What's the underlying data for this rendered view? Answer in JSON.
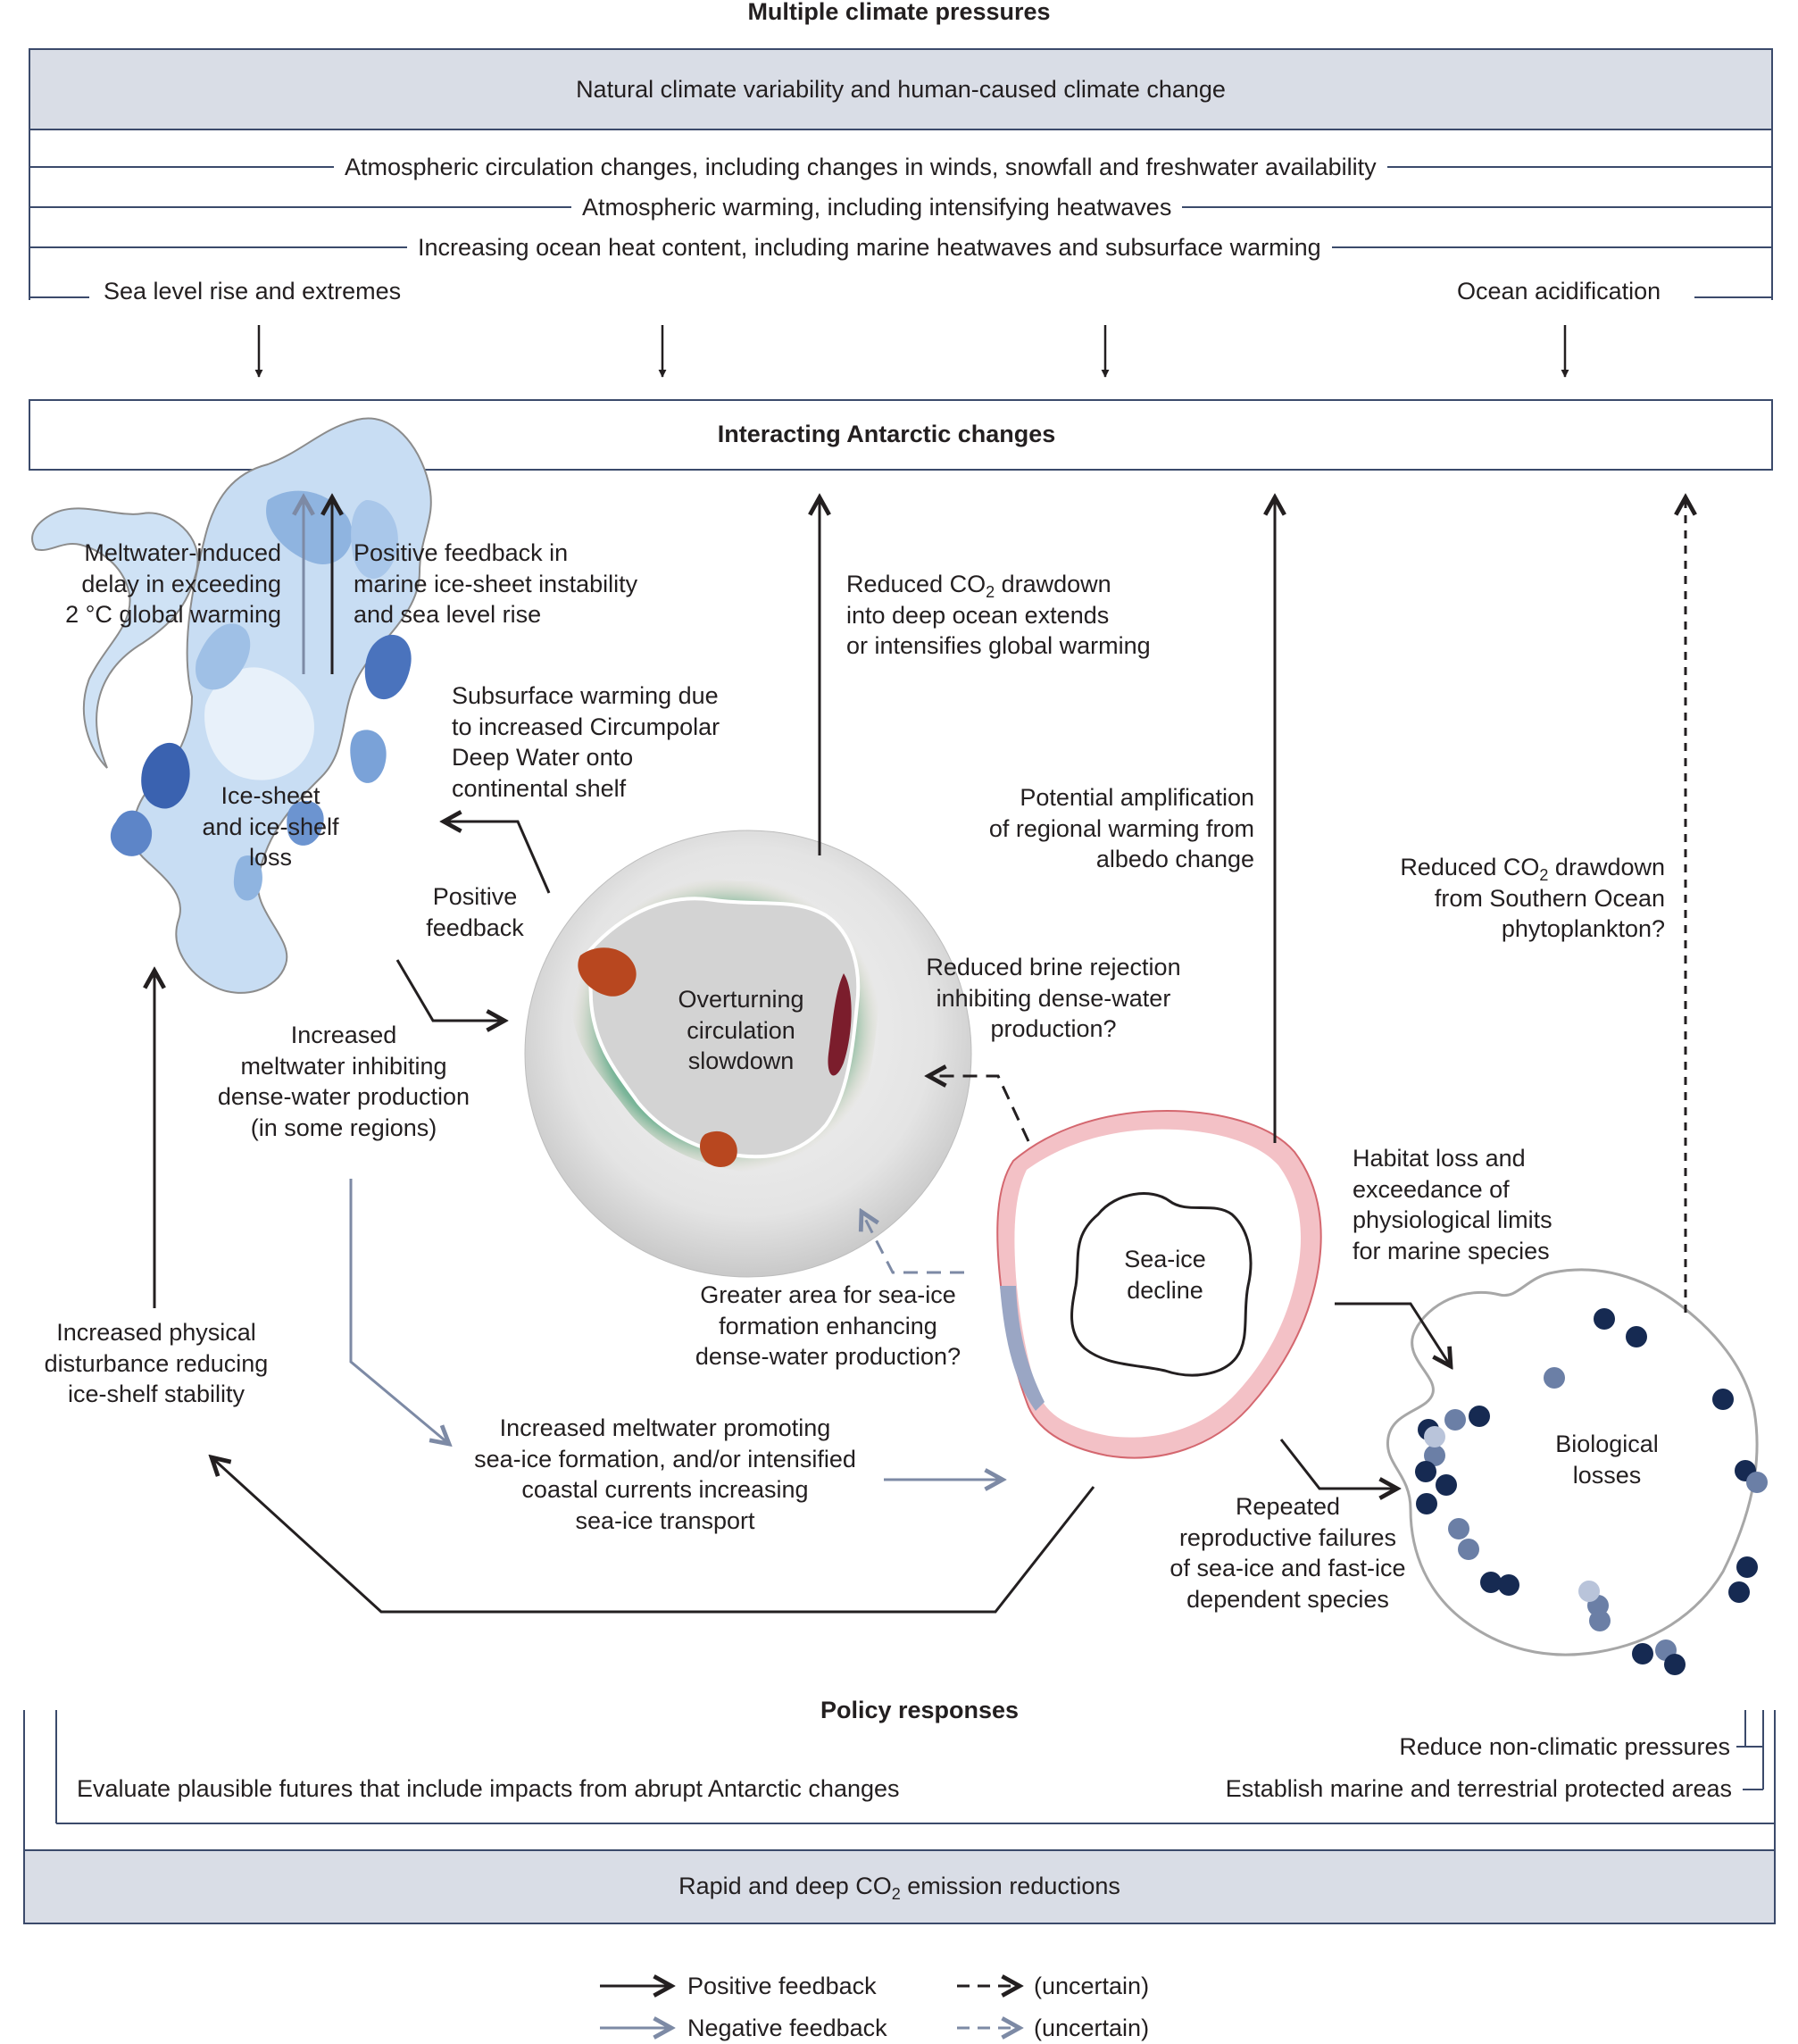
{
  "header": {
    "title": "Multiple climate pressures",
    "band_label": "Natural climate variability and human-caused climate change",
    "pressures": [
      "Atmospheric circulation changes, including changes in winds, snowfall and freshwater availability",
      "Atmospheric warming, including intensifying heatwaves",
      "Increasing ocean heat content, including marine heatwaves and subsurface warming"
    ],
    "sea_level": "Sea level rise and extremes",
    "acidification": "Ocean acidification"
  },
  "center_box": {
    "title": "Interacting Antarctic changes"
  },
  "nodes": {
    "ice_sheet": [
      "Ice-sheet",
      "and ice-shelf",
      "loss"
    ],
    "overturning": [
      "Overturning",
      "circulation",
      "slowdown"
    ],
    "sea_ice": [
      "Sea-ice",
      "decline"
    ],
    "biological": [
      "Biological",
      "losses"
    ]
  },
  "annotations": {
    "meltwater_delay": [
      "Meltwater-induced",
      "delay in exceeding",
      "2 °C global warming"
    ],
    "positive_feedback_ice": [
      "Positive feedback in",
      "marine ice-sheet instability",
      "and sea level rise"
    ],
    "co2_deep_ocean": {
      "line1_pre": "Reduced CO",
      "line1_sub": "2",
      "line1_post": " drawdown",
      "line2": "into deep ocean extends",
      "line3": "or intensifies global warming"
    },
    "subsurface_warming": [
      "Subsurface warming due",
      "to increased Circumpolar",
      "Deep Water onto",
      "continental shelf"
    ],
    "positive_feedback_loop": [
      "Positive",
      "feedback"
    ],
    "albedo": [
      "Potential amplification",
      "of regional warming from",
      "albedo change"
    ],
    "co2_phytoplankton": {
      "line1_pre": "Reduced CO",
      "line1_sub": "2",
      "line1_post": " drawdown",
      "line2": "from Southern Ocean",
      "line3": "phytoplankton?"
    },
    "brine": [
      "Reduced brine rejection",
      "inhibiting dense-water",
      "production?"
    ],
    "meltwater_dense": [
      "Increased",
      "meltwater inhibiting",
      "dense-water production",
      "(in some regions)"
    ],
    "habitat": [
      "Habitat loss and",
      "exceedance of",
      "physiological limits",
      "for marine species"
    ],
    "greater_area": [
      "Greater area for sea-ice",
      "formation enhancing",
      "dense-water production?"
    ],
    "physical_disturbance": [
      "Increased physical",
      "disturbance reducing",
      "ice-shelf stability"
    ],
    "meltwater_promoting": [
      "Increased meltwater promoting",
      "sea-ice formation, and/or intensified",
      "coastal currents increasing",
      "sea-ice transport"
    ],
    "reproductive": [
      "Repeated",
      "reproductive failures",
      "of sea-ice and fast-ice",
      "dependent species"
    ]
  },
  "policy": {
    "title": "Policy responses",
    "non_climatic": "Reduce non-climatic pressures",
    "futures": "Evaluate plausible futures that include impacts from abrupt Antarctic changes",
    "protected": "Establish marine and terrestrial protected areas",
    "band": {
      "pre": "Rapid and deep CO",
      "sub": "2",
      "post": " emission reductions"
    }
  },
  "legend": {
    "positive": "Positive feedback",
    "negative": "Negative feedback",
    "uncertain_positive": "(uncertain)",
    "uncertain_negative": "(uncertain)"
  },
  "colors": {
    "positive_arrow": "#231f20",
    "negative_arrow": "#7d8aa5",
    "band_fill": "#d9dde6",
    "frame": "#3b4a6b",
    "sea_ice_loss": "#f3c1c6",
    "sea_ice_gain": "#9aa6c4",
    "ice_light": "#c5dcf2",
    "ice_dark": "#3a62b0",
    "ocean_green": "#2e8a63",
    "dot_dark": "#162a52",
    "dot_mid": "#6b7fa6",
    "dot_light": "#b9c4da"
  }
}
